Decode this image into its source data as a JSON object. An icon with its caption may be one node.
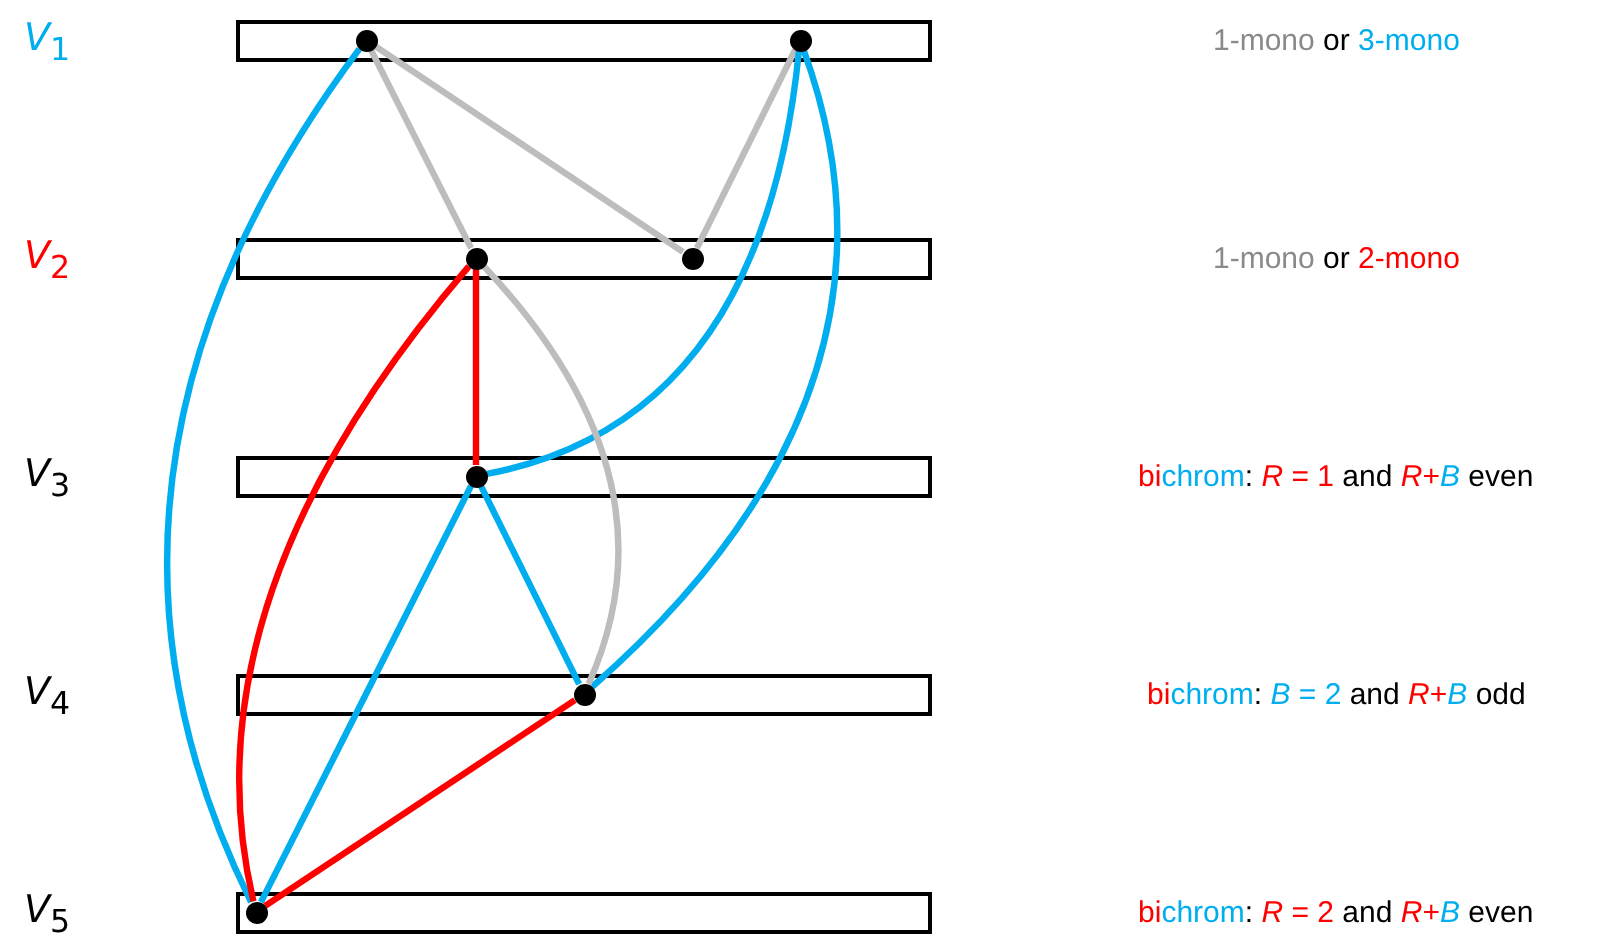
{
  "diagram": {
    "nodes": [
      {
        "text": [
          "*V*$_{1}$"
        ]
      },
      {
        "text": [],
        "shape": "circle",
        "in": 0
      },
      {
        "text": [],
        "shape": "circle",
        "in": 0
      },
      {
        "text": [
          "*V*$_{2}$"
        ]
      },
      {
        "text": [],
        "shape": "circle",
        "in": 3
      },
      {
        "text": [],
        "shape": "circle",
        "in": 3
      },
      {
        "text": [
          "*V*$_{3}$"
        ]
      },
      {
        "text": [],
        "shape": "circle",
        "in": 6
      },
      {
        "text": [
          "*V*$_{4}$"
        ]
      },
      {
        "text": [],
        "shape": "circle",
        "in": 8
      },
      {
        "text": [
          "*V*$_{5}$"
        ]
      },
      {
        "text": [],
        "shape": "circle",
        "in": 10
      }
    ],
    "edges": [
      {
        "from": 1,
        "to": 4,
        "arrow": "none",
        "color": "#bdbdbd"
      },
      {
        "from": 1,
        "to": 5,
        "arrow": "none",
        "color": "#bdbdbd"
      },
      {
        "from": 2,
        "to": 5,
        "arrow": "none",
        "color": "#bdbdbd"
      },
      {
        "from": 1,
        "to": 11,
        "arrow": "none"
      },
      {
        "from": 2,
        "to": 7,
        "arrow": "none"
      },
      {
        "from": 2,
        "to": 9,
        "arrow": "none"
      },
      {
        "from": 4,
        "to": 7,
        "arrow": "none",
        "color": "#ff0000"
      },
      {
        "from": 4,
        "to": 11,
        "arrow": "none",
        "color": "#ff0000"
      },
      {
        "from": 4,
        "to": 9,
        "arrow": "none",
        "color": "#bdbdbd"
      },
      {
        "from": 7,
        "to": 11,
        "arrow": "none"
      },
      {
        "from": 7,
        "to": 9,
        "arrow": "none"
      },
      {
        "from": 9,
        "to": 11,
        "arrow": "none",
        "color": "#ff0000"
      }
    ],
    "labels": [
      "1-mono or 3-mono",
      "1-mono or 2-mono",
      "bichrom: *R* = 1 and *R*+*B* even",
      "bichrom: *B* = 2 and *R*+*B* odd",
      "bichrom: *R* = 2 and *R*+*B* even"
    ]
  }
}
